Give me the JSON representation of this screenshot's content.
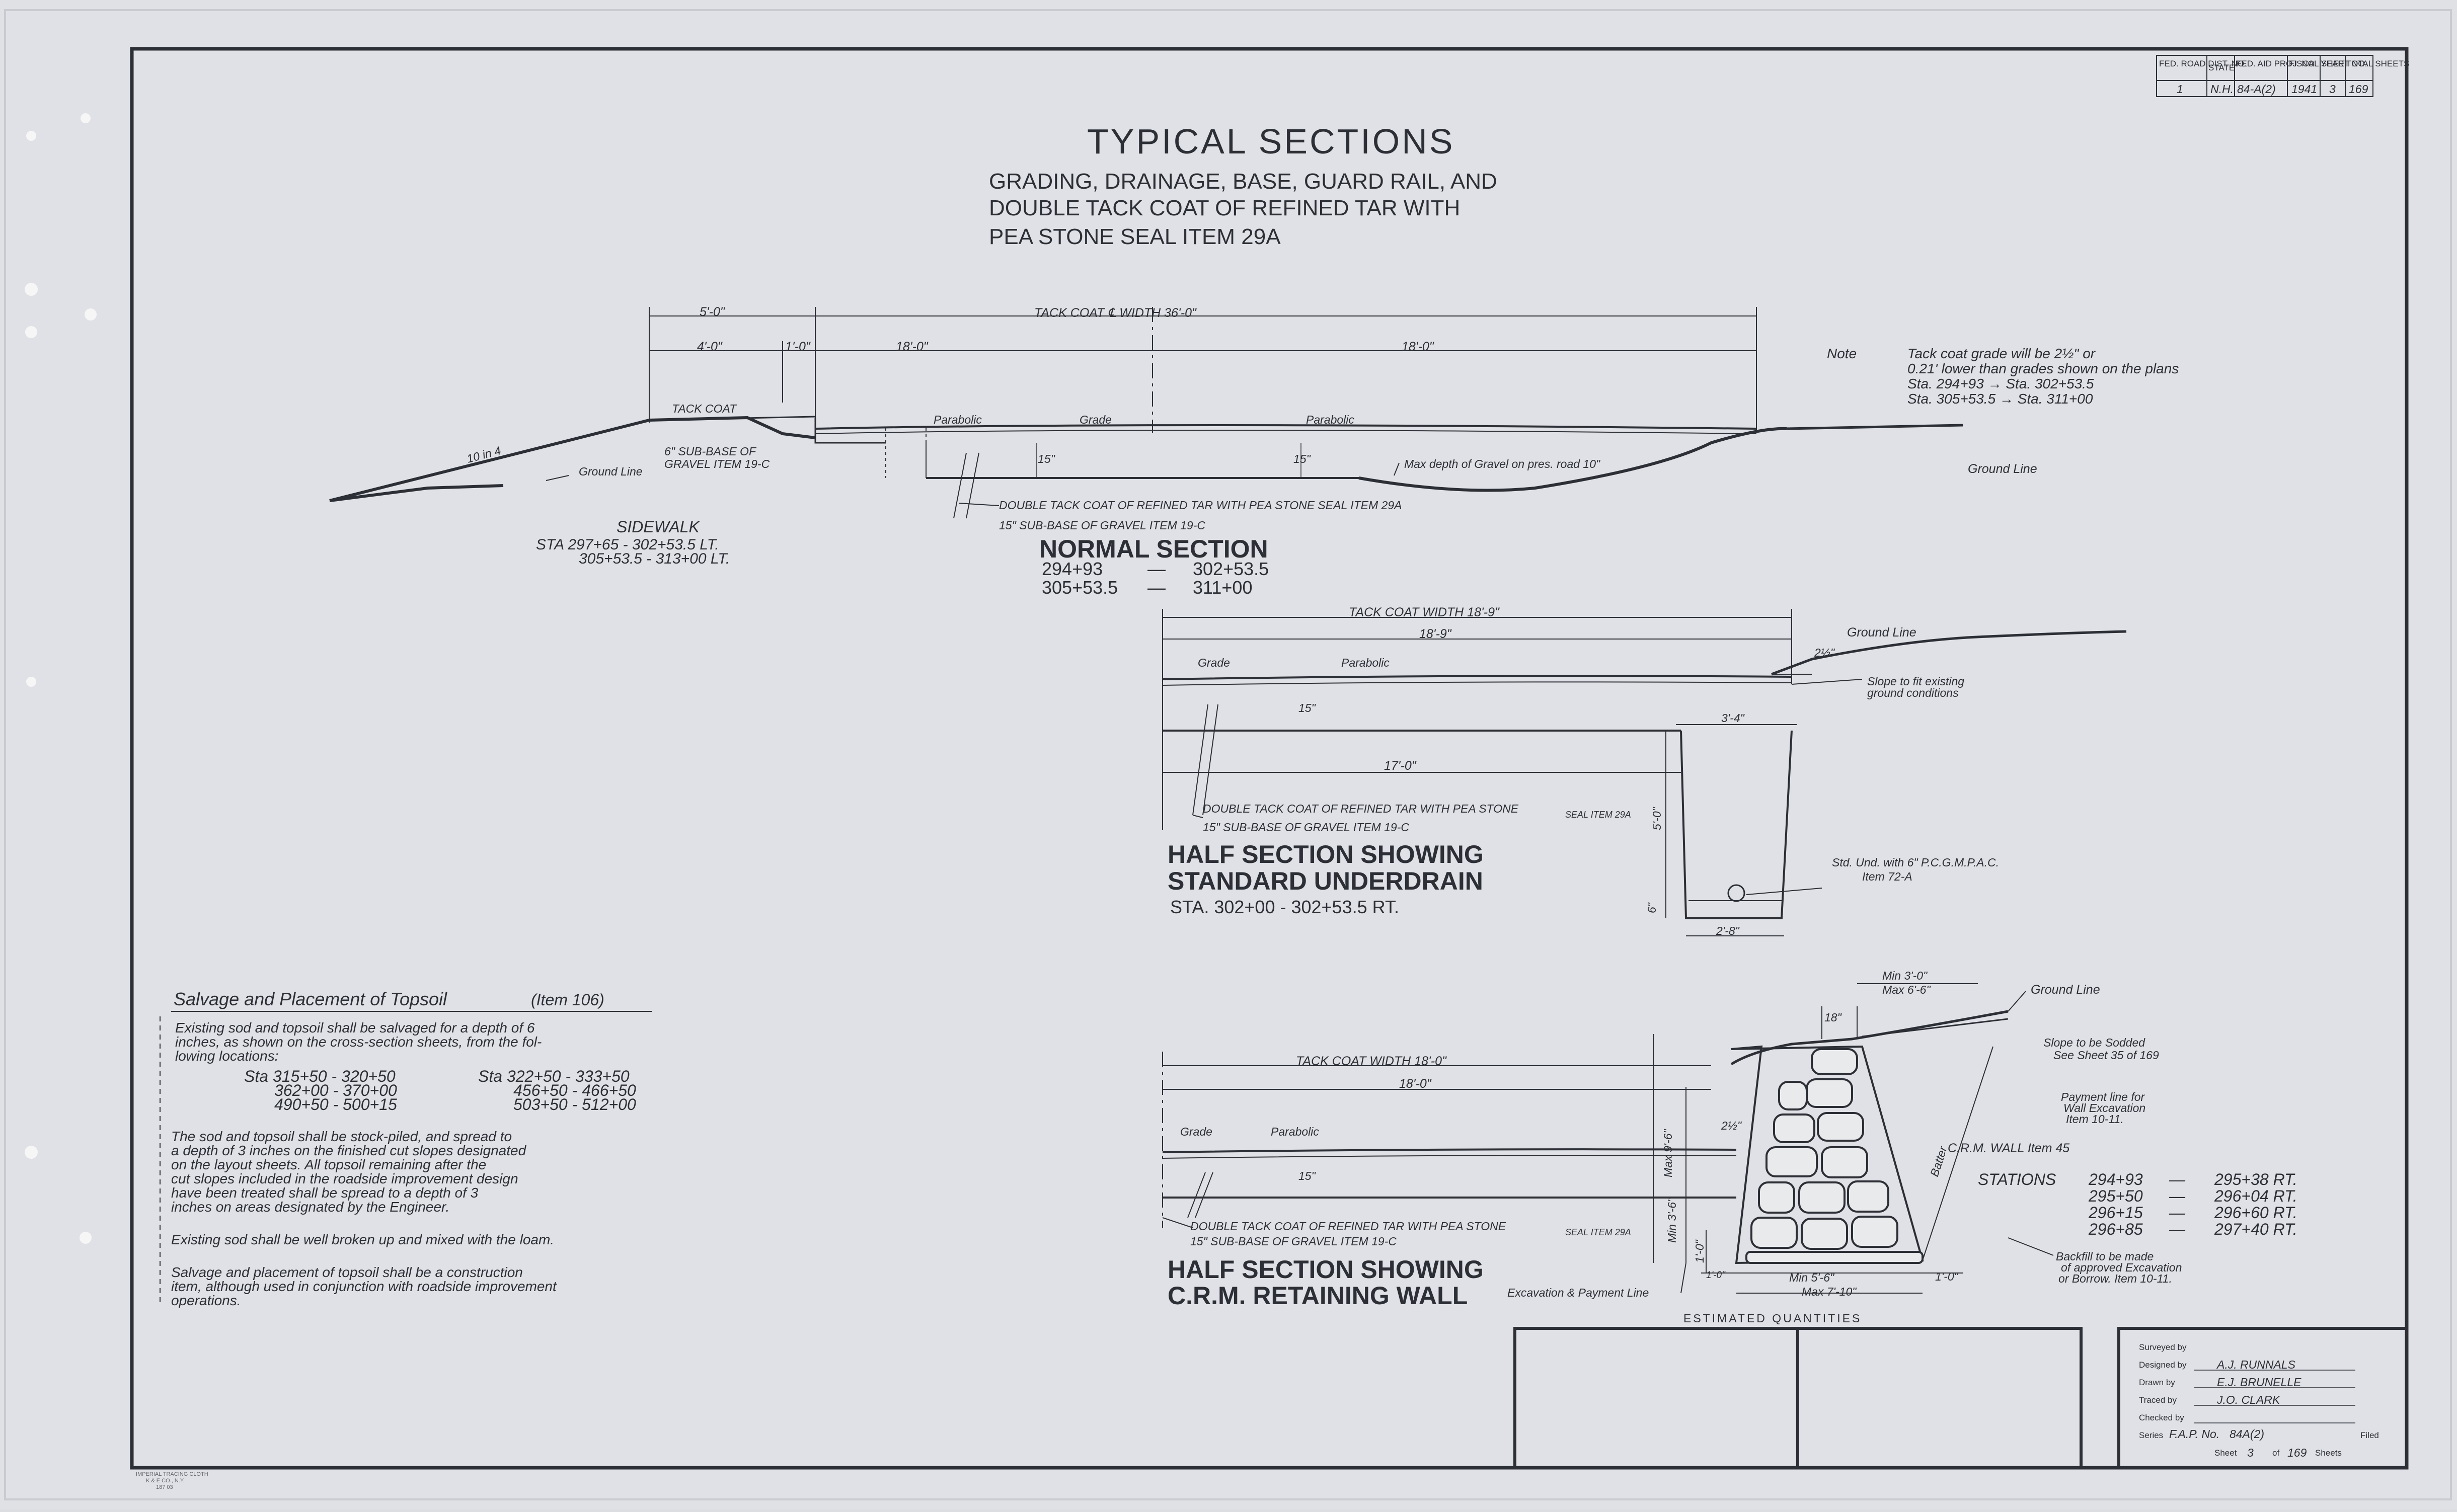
{
  "title": {
    "main": "TYPICAL   SECTIONS",
    "line1": "GRADING, DRAINAGE, BASE, GUARD RAIL, AND",
    "line2": "DOUBLE TACK COAT OF REFINED TAR WITH",
    "line3": "PEA STONE SEAL ITEM 29A"
  },
  "stamp": {
    "headers": [
      "FED. ROAD DIST. NO.",
      "STATE",
      "FED. AID PROJ. NO.",
      "FISCAL YEAR",
      "SHEET NO.",
      "TOTAL SHEETS"
    ],
    "values": [
      "1",
      "N.H.",
      "84-A(2)",
      "1941",
      "3",
      "169"
    ]
  },
  "note": {
    "label": "Note",
    "line1": "Tack coat grade will be 2½\" or",
    "line2": "0.21' lower than grades shown on the plans",
    "line3": "Sta. 294+93 → Sta. 302+53.5",
    "line4": "Sta. 305+53.5 → Sta. 311+00"
  },
  "normal": {
    "dims": {
      "tack_width": "TACK  COAT  ℄  WIDTH  36'-0\"",
      "d5": "5'-0\"",
      "d4": "4'-0\"",
      "d1": "1'-0\"",
      "d18a": "18'-0\"",
      "d18b": "18'-0\""
    },
    "labels": {
      "tack_coat": "TACK COAT",
      "slope": "10 in 4",
      "ground_line": "Ground Line",
      "sub_base": "6\" SUB-BASE OF",
      "sub_base2": "GRAVEL ITEM 19-C",
      "parabolic1": "Parabolic",
      "grade": "Grade",
      "parabolic2": "Parabolic",
      "d15a": "15\"",
      "d15b": "15\"",
      "max_depth": "Max depth of Gravel on pres. road 10\"",
      "ground_line_r": "Ground Line",
      "callout1": "DOUBLE TACK COAT OF REFINED TAR WITH PEA STONE SEAL ITEM 29A",
      "callout2": "15\" SUB-BASE OF GRAVEL ITEM 19-C"
    },
    "sidewalk": {
      "title": "SIDEWALK",
      "line1": "STA 297+65 - 302+53.5 LT.",
      "line2": "305+53.5 - 313+00 LT."
    },
    "heading": "NORMAL SECTION",
    "sta1a": "294+93",
    "sta1b": "302+53.5",
    "sta2a": "305+53.5",
    "sta2b": "311+00"
  },
  "underdrain": {
    "tack_width": "TACK COAT WIDTH 18'-9\"",
    "d189": "18'-9\"",
    "grade": "Grade",
    "parabolic": "Parabolic",
    "ground_line": "Ground Line",
    "slope_note1": "Slope to fit existing",
    "slope_note2": "ground conditions",
    "d15": "15\"",
    "d34": "3'-4\"",
    "d170": "17'-0\"",
    "d50": "5'-0\"",
    "d6": "6\"",
    "d28": "2'-8\"",
    "d212": "2½\"",
    "callout1": "DOUBLE TACK COAT OF REFINED TAR WITH PEA STONE",
    "callout1b": "SEAL ITEM 29A",
    "callout2": "15\" SUB-BASE OF GRAVEL ITEM 19-C",
    "pipe_note1": "Std. Und. with 6\" P.C.G.M.P.A.C.",
    "pipe_note2": "Item 72-A",
    "heading1": "HALF SECTION SHOWING",
    "heading2": "STANDARD UNDERDRAIN",
    "sta": "STA. 302+00  -  302+53.5 RT."
  },
  "wall": {
    "tack_width": "TACK COAT WIDTH 18'-0\"",
    "d180": "18'-0\"",
    "grade": "Grade",
    "parabolic": "Parabolic",
    "d15": "15\"",
    "d212": "2½\"",
    "d18": "18\"",
    "min_top": "Min 3'-0\"",
    "max_top": "Max 6'-6\"",
    "ground_line": "Ground Line",
    "slope_note1": "Slope to be Sodded",
    "slope_note2": "See Sheet 35 of 169",
    "pay_note1": "Payment line for",
    "pay_note2": "Wall Excavation",
    "pay_note3": "Item 10-11.",
    "crm": "C.R.M. WALL Item 45",
    "max_h": "Max 9'-6\"",
    "min_h": "Min 3'-6\"",
    "d10": "1'-0\"",
    "min_base": "Min 5'-6\"",
    "max_base": "Max 7'-10\"",
    "d10b": "1'-0\"",
    "batter": "Batter",
    "excavation": "Excavation & Payment Line",
    "backfill1": "Backfill to be made",
    "backfill2": "of approved Excavation",
    "backfill3": "or Borrow. Item 10-11.",
    "stations_label": "STATIONS",
    "stations": [
      [
        "294+93",
        "295+38 RT."
      ],
      [
        "295+50",
        "296+04 RT."
      ],
      [
        "296+15",
        "296+60 RT."
      ],
      [
        "296+85",
        "297+40 RT."
      ]
    ],
    "callout1": "DOUBLE TACK COAT OF REFINED TAR WITH PEA STONE",
    "callout1b": "SEAL ITEM 29A",
    "callout2": "15\" SUB-BASE OF GRAVEL ITEM 19-C",
    "heading1": "HALF SECTION SHOWING",
    "heading2": "C.R.M. RETAINING WALL"
  },
  "topsoil": {
    "title": "Salvage and Placement of Topsoil",
    "item": "(Item 106)",
    "p1a": "Existing sod and topsoil shall be salvaged for a depth of 6",
    "p1b": "inches, as shown on the cross-section sheets, from the fol-",
    "p1c": "lowing locations:",
    "loc_l1": "Sta 315+50 - 320+50",
    "loc_l2": "362+00 - 370+00",
    "loc_l3": "490+50 - 500+15",
    "loc_r1": "Sta 322+50 - 333+50",
    "loc_r2": "456+50 - 466+50",
    "loc_r3": "503+50 - 512+00",
    "p2a": "The sod and topsoil shall be stock-piled, and spread to",
    "p2b": "a depth of 3 inches on the finished cut slopes designated",
    "p2c": "on the layout sheets.  All topsoil remaining after the",
    "p2d": "cut slopes included in the roadside improvement design",
    "p2e": "have been treated shall be spread to a depth of 3",
    "p2f": "inches on areas designated by the Engineer.",
    "p3": "Existing sod shall be well broken up and mixed with the loam.",
    "p4a": "Salvage and placement of topsoil shall be a construction",
    "p4b": "item, although used in conjunction with roadside improvement",
    "p4c": "operations."
  },
  "quantities": {
    "title": "ESTIMATED  QUANTITIES"
  },
  "titleblock": {
    "surveyed": "Surveyed by",
    "designed": "Designed by",
    "designed_name": "A.J. RUNNALS",
    "drawn": "Drawn by",
    "drawn_name": "E.J. BRUNELLE",
    "traced": "Traced by",
    "traced_name": "J.O. CLARK",
    "checked": "Checked by",
    "series": "Series",
    "fap": "F.A.P. No.",
    "fap_no": "84A(2)",
    "filed": "Filed",
    "sheet": "Sheet",
    "sheet_no": "3",
    "of": "of",
    "total": "169",
    "sheets": "Sheets"
  },
  "imprint": {
    "l1": "IMPERIAL TRACING CLOTH",
    "l2": "K & E CO., N.Y.",
    "l3": "187 03"
  }
}
